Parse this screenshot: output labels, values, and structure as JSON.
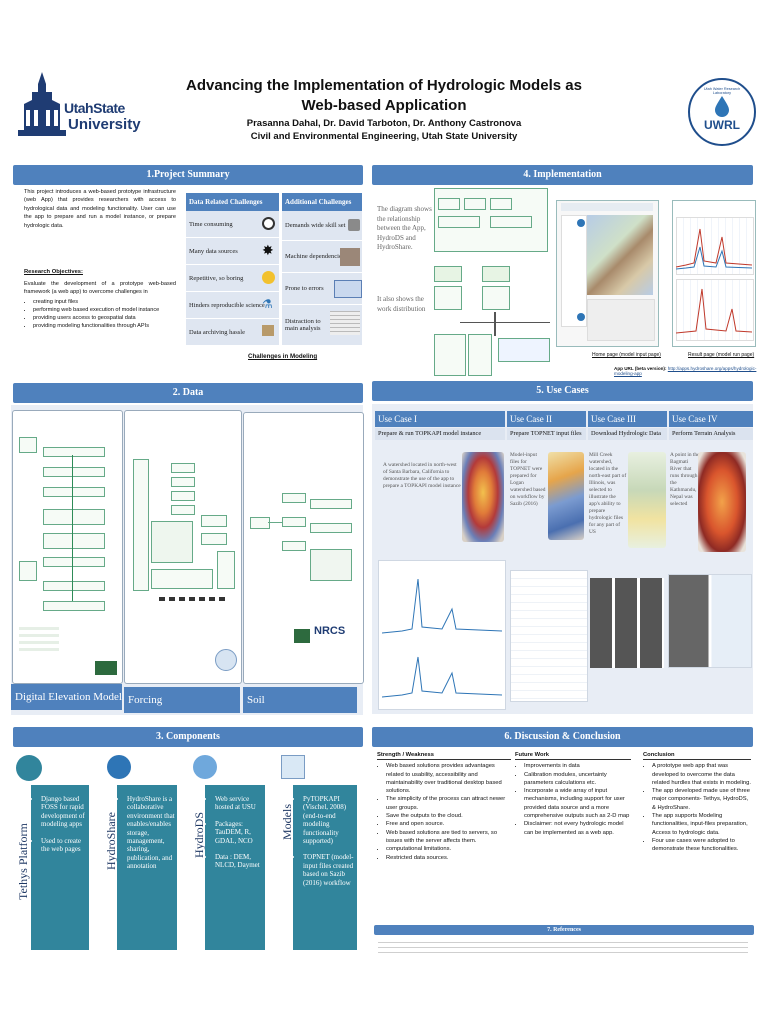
{
  "header": {
    "title_line1": "Advancing the Implementation of Hydrologic Models as",
    "title_line2": "Web-based Application",
    "authors": "Prasanna Dahal, Dr. David Tarboton, Dr. Anthony Castronova",
    "affiliation": "Civil and Environmental Engineering, Utah State University",
    "logo_left_line1": "UtahState",
    "logo_left_line2": "University",
    "logo_right": "UWRL",
    "logo_right_ring": "Utah Water Research Laboratory"
  },
  "sections": {
    "project_summary": "1.Project Summary",
    "implementation": "4. Implementation",
    "data": "2. Data",
    "use_cases": "5. Use Cases",
    "components": "3. Components",
    "discussion": "6. Discussion & Conclusion",
    "references": "7. References"
  },
  "summary": {
    "intro": "This project introduces a web-based prototype infrastructure (web App) that provides researchers with access to hydrological data and modeling functionality. User can use the app to prepare and run a model instance, or prepare hydrologic data.",
    "objectives_title": "Research Objectives:",
    "objectives_intro": "Evaluate the development of a prototype web-based framework (a web app) to overcome challenges in",
    "objectives": [
      "creating input files",
      "performing web based execution of model instance",
      "providing users access to geospatial data",
      "providing modeling functionalities through APIs"
    ],
    "challenges_caption": "Challenges in Modeling",
    "data_challenges": {
      "heading": "Data Related Challenges",
      "rows": [
        "Time consuming",
        "Many data sources",
        "Repetitive, so boring",
        "Hinders reproducible science",
        "Data archiving hassle"
      ]
    },
    "additional_challenges": {
      "heading": "Additional Challenges",
      "rows": [
        "Demands wide skill set",
        "Machine dependencies",
        "Prone to errors",
        "Distraction to main analysis"
      ]
    }
  },
  "implementation": {
    "text1": "The diagram shows the relationship between the App, HydroDS and HydroShare.",
    "text2": "It also shows the work distribution",
    "home_caption": "Home page (model input page)",
    "result_caption": "Result page (model run page)",
    "url_label": "App URL (beta version): ",
    "url": "http://apps.hydroshare.org/apps/hydrologic-modeling-app"
  },
  "data": {
    "labels": [
      "Digital Elevation Model",
      "Forcing",
      "Soil"
    ],
    "agency_logos": [
      "USGS",
      "DAYMET",
      "NRCS"
    ]
  },
  "use_cases": [
    {
      "title": "Use Case I",
      "subtitle": "Prepare & run TOPKAPI model instance",
      "body": "A watershed located in north-west of Santa Barbara, California to demonstrate the use of the app to prepare a TOPKAPI model instance"
    },
    {
      "title": "Use Case II",
      "subtitle": "Prepare TOPNET input files",
      "body": "Model-input files for TOPNET were prepared for Logan watershed based on workflow by Sazib (2016)"
    },
    {
      "title": "Use Case III",
      "subtitle": "Download Hydrologic Data",
      "body": "Mill Creek watershed, located in the north-east part of Illinois, was selected to illustrate the app's ability to prepare hydrologic files for any part of US"
    },
    {
      "title": "Use Case IV",
      "subtitle": "Perform Terrain Analysis",
      "body": "A point in the Bagmati River that runs through the Kathmandu, Nepal was selected"
    }
  ],
  "components": [
    {
      "name": "Tethys Platform",
      "bullets": [
        "Django based FOSS for rapid development of modeling apps",
        "Used to create the web pages"
      ]
    },
    {
      "name": "HydroShare",
      "bullets": [
        "HydroShare is a collaborative environment that enables/enables storage, management, sharing, publication, and annotation"
      ]
    },
    {
      "name": "HydroDS",
      "bullets": [
        "Web service hosted at USU",
        "Packages: TauDEM, R, GDAL, NCO",
        "Data : DEM, NLCD, Daymet"
      ]
    },
    {
      "name": "Models",
      "bullets": [
        "PyTOPKAPI (Vischel, 2008) (end-to-end modeling functionality supported)",
        "TOPNET (model-input files created based on Sazib (2016) workflow"
      ]
    }
  ],
  "discussion": {
    "strength": {
      "heading": "Strength / Weakness",
      "items": [
        "Web based solutions provides advantages related to usability, accessibility and maintainability over traditional desktop based solutions.",
        "The simplicity of the process can attract newer user groups.",
        "Save the outputs to the cloud.",
        "Free and open source.",
        "Web based solutions are tied to servers, so issues with the server affects them.",
        "computational limitations.",
        "Restricted data sources."
      ]
    },
    "future": {
      "heading": "Future Work",
      "items": [
        "Improvements in data",
        "Calibration modules, uncertainty parameters calculations etc.",
        "Incorporate a wide array of input mechanisms, including support for user provided data source and a more comprehensive outputs such as 2-D map",
        "Disclaimer: not every hydrologic model can be implemented as a web app."
      ]
    },
    "conclusion": {
      "heading": "Conclusion",
      "items": [
        "A prototype web app that was developed to overcome the data related hurdles that exists in modeling.",
        "The app developed made use of three major components- Tethys, HydroDS, & HydroShare.",
        "The app supports Modeling functionalities, input-files preparation, Access to hydrologic data.",
        "Four use cases were adopted to demonstrate these functionalities."
      ]
    }
  },
  "colors": {
    "bar": "#4f81bd",
    "teal": "#31859c",
    "panel": "#e8edf5",
    "title": "#111111"
  }
}
